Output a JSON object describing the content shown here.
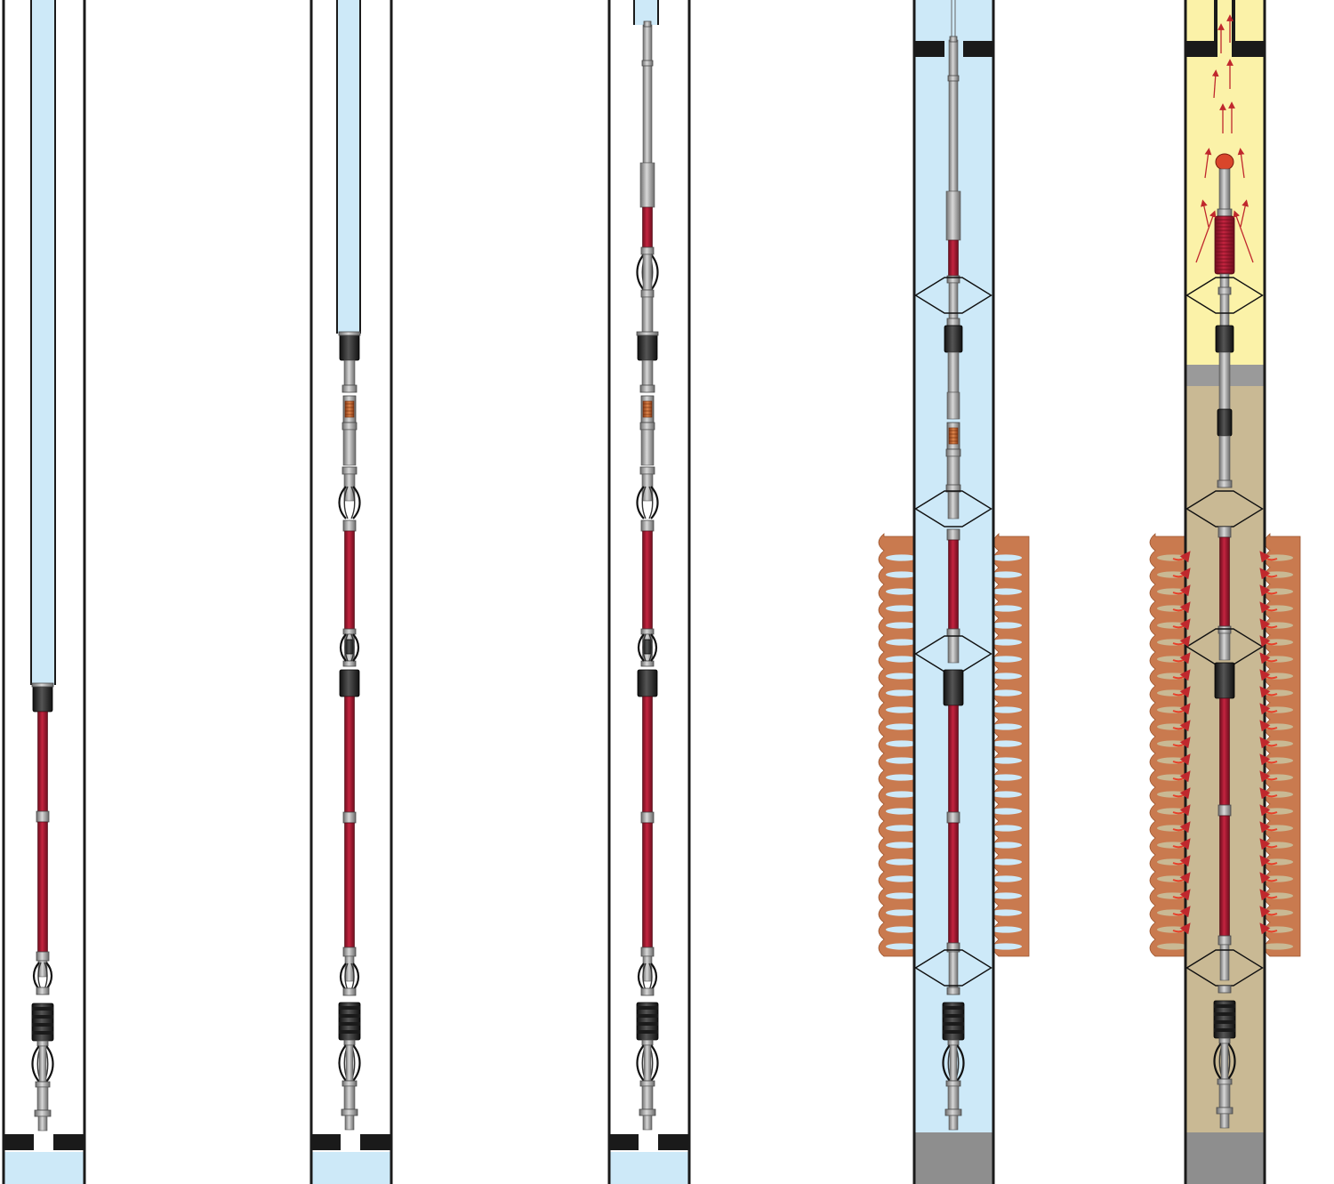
{
  "diagram": {
    "type": "wellbore-completion-sequence",
    "stage_count": 5,
    "stages": [
      {
        "stage": 1,
        "fluid": "water",
        "packers_set": false,
        "formation": false,
        "flow_arrows": false
      },
      {
        "stage": 2,
        "fluid": "water",
        "packers_set": false,
        "formation": false,
        "flow_arrows": false
      },
      {
        "stage": 3,
        "fluid": "water",
        "packers_set": false,
        "formation": false,
        "flow_arrows": false
      },
      {
        "stage": 4,
        "fluid": "water",
        "packers_set": true,
        "formation": true,
        "flow_arrows": false
      },
      {
        "stage": 5,
        "fluid": "oil-and-sand",
        "packers_set": true,
        "formation": true,
        "flow_arrows": true
      }
    ],
    "colors": {
      "casing_wall": "#1a1a1a",
      "water": "#cde9f8",
      "oil": "#fbf2a8",
      "sand": "#c9b994",
      "formation": "#c97a4f",
      "pipe_red": "#a3162e",
      "tool_grey": "#9a9a9a",
      "tool_dark": "#2a2a2a",
      "arrow_red": "#c0282d",
      "plug_grey": "#8e8e8e"
    }
  }
}
